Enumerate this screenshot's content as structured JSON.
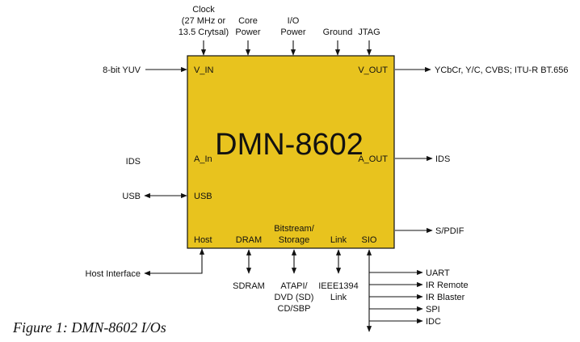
{
  "chip": {
    "title": "DMN-8602",
    "fill": "#E8C31E",
    "pins": {
      "v_in": "V_IN",
      "v_out": "V_OUT",
      "a_in": "A_In",
      "a_out": "A_OUT",
      "usb": "USB",
      "host": "Host",
      "dram": "DRAM",
      "bitstream": [
        "Bitstream/",
        "Storage"
      ],
      "link": "Link",
      "sio": "SIO"
    }
  },
  "top_labels": {
    "clock": [
      "Clock",
      "(27 MHz or",
      "13.5 Crytsal)"
    ],
    "core_power": [
      "Core",
      "Power"
    ],
    "io_power": [
      "I/O",
      "Power"
    ],
    "ground": "Ground",
    "jtag": "JTAG"
  },
  "left_labels": {
    "yuv": "8-bit YUV",
    "ids": "IDS",
    "usb": "USB",
    "host_interface": "Host Interface"
  },
  "right_labels": {
    "vout": "YCbCr, Y/C, CVBS; ITU-R BT.656",
    "ids": "IDS",
    "spdif": "S/PDIF"
  },
  "bottom_labels": {
    "sdram": "SDRAM",
    "atapi": [
      "ATAPI/",
      "DVD (SD)",
      "CD/SBP"
    ],
    "ieee": [
      "IEEE1394",
      "Link"
    ],
    "sio_outputs": [
      "UART",
      "IR Remote",
      "IR Blaster",
      "SPI",
      "IDC"
    ]
  },
  "caption": "Figure 1: DMN-8602 I/Os"
}
